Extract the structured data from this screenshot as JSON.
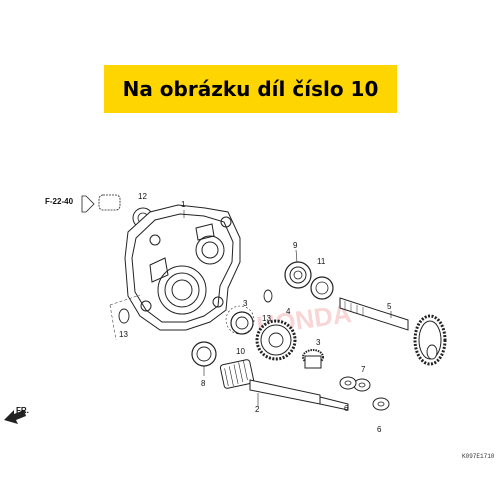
{
  "banner": {
    "text": "Na obrázku díl číslo 10"
  },
  "diagram": {
    "ref_label": "F-22-40",
    "front_label": "FR.",
    "diagram_code": "K097E1710",
    "watermark": "HONDA",
    "callouts": [
      "1",
      "2",
      "3",
      "4",
      "5",
      "6",
      "6",
      "7",
      "8",
      "9",
      "10",
      "11",
      "12",
      "13",
      "13"
    ]
  },
  "colors": {
    "banner": "#ffd500",
    "line": "#222222",
    "watermark": "#f3b4b4"
  }
}
